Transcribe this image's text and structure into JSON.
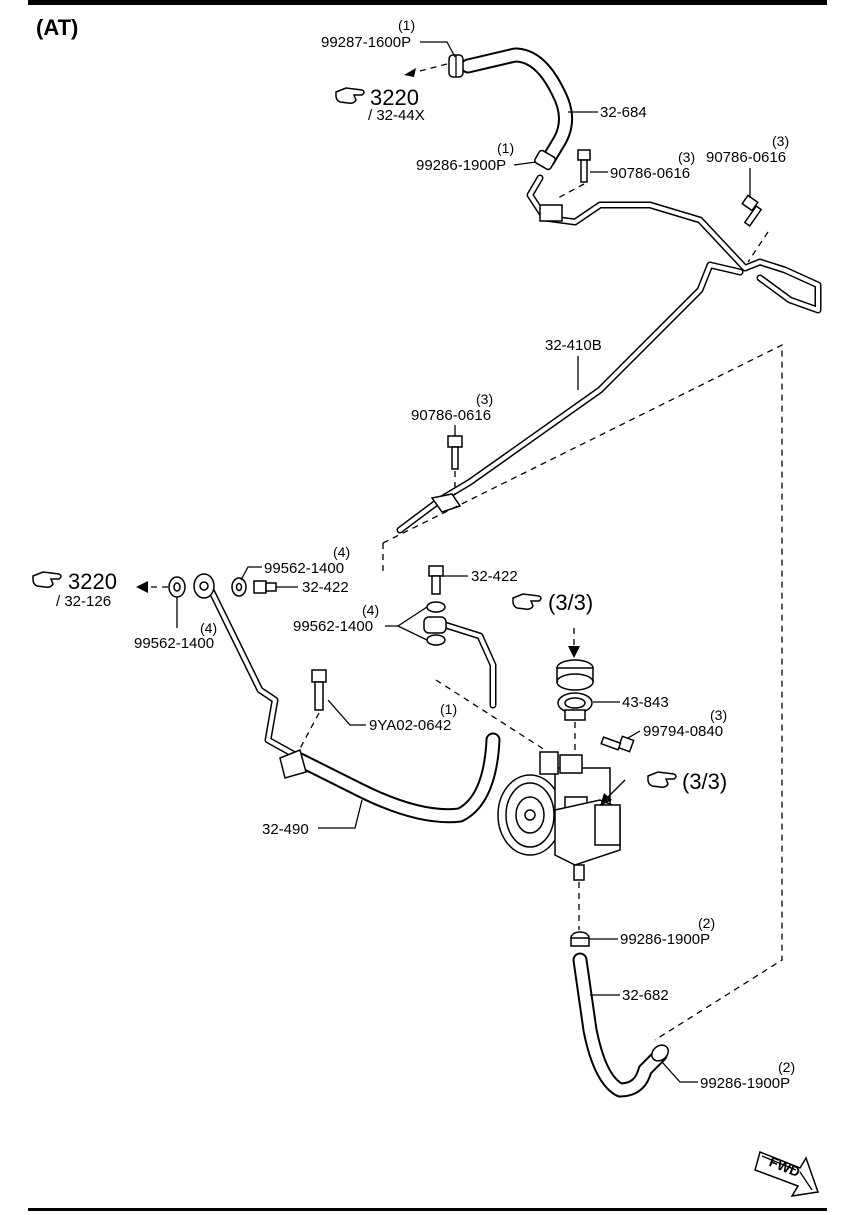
{
  "title": "(AT)",
  "references": {
    "top": {
      "main": "3220",
      "sub": "/ 32-44X"
    },
    "left": {
      "main": "3220",
      "sub": "/ 32-126"
    },
    "reservoir": {
      "main": "(3/3)"
    },
    "pump": {
      "main": "(3/3)"
    }
  },
  "callouts": [
    {
      "id": "clamp-top",
      "part": "99287-1600P",
      "qty": "(1)"
    },
    {
      "id": "hose-top",
      "part": "32-684",
      "qty": ""
    },
    {
      "id": "clamp-mid",
      "part": "99286-1900P",
      "qty": "(1)"
    },
    {
      "id": "bolt-a",
      "part": "90786-0616",
      "qty": "(3)"
    },
    {
      "id": "bolt-b",
      "part": "90786-0616",
      "qty": "(3)"
    },
    {
      "id": "pipe-return",
      "part": "32-410B",
      "qty": ""
    },
    {
      "id": "bolt-c",
      "part": "90786-0616",
      "qty": "(3)"
    },
    {
      "id": "washer-left-b",
      "part": "99562-1400",
      "qty": "(4)"
    },
    {
      "id": "union-left",
      "part": "32-422",
      "qty": ""
    },
    {
      "id": "washer-left-a",
      "part": "99562-1400",
      "qty": "(4)"
    },
    {
      "id": "union-right",
      "part": "32-422",
      "qty": ""
    },
    {
      "id": "washer-right",
      "part": "99562-1400",
      "qty": "(4)"
    },
    {
      "id": "bolt-9ya",
      "part": "9YA02-0642",
      "qty": "(1)"
    },
    {
      "id": "oring",
      "part": "43-843",
      "qty": ""
    },
    {
      "id": "bolt-0840",
      "part": "99794-0840",
      "qty": "(3)"
    },
    {
      "id": "pipe-pressure",
      "part": "32-490",
      "qty": ""
    },
    {
      "id": "clamp-pump",
      "part": "99286-1900P",
      "qty": "(2)"
    },
    {
      "id": "hose-suction",
      "part": "32-682",
      "qty": ""
    },
    {
      "id": "clamp-bottom",
      "part": "99286-1900P",
      "qty": "(2)"
    }
  ],
  "fwd_label": "FWD",
  "icons": {
    "pointer": "pointing-hand-icon",
    "fwd": "fwd-arrow-icon"
  }
}
